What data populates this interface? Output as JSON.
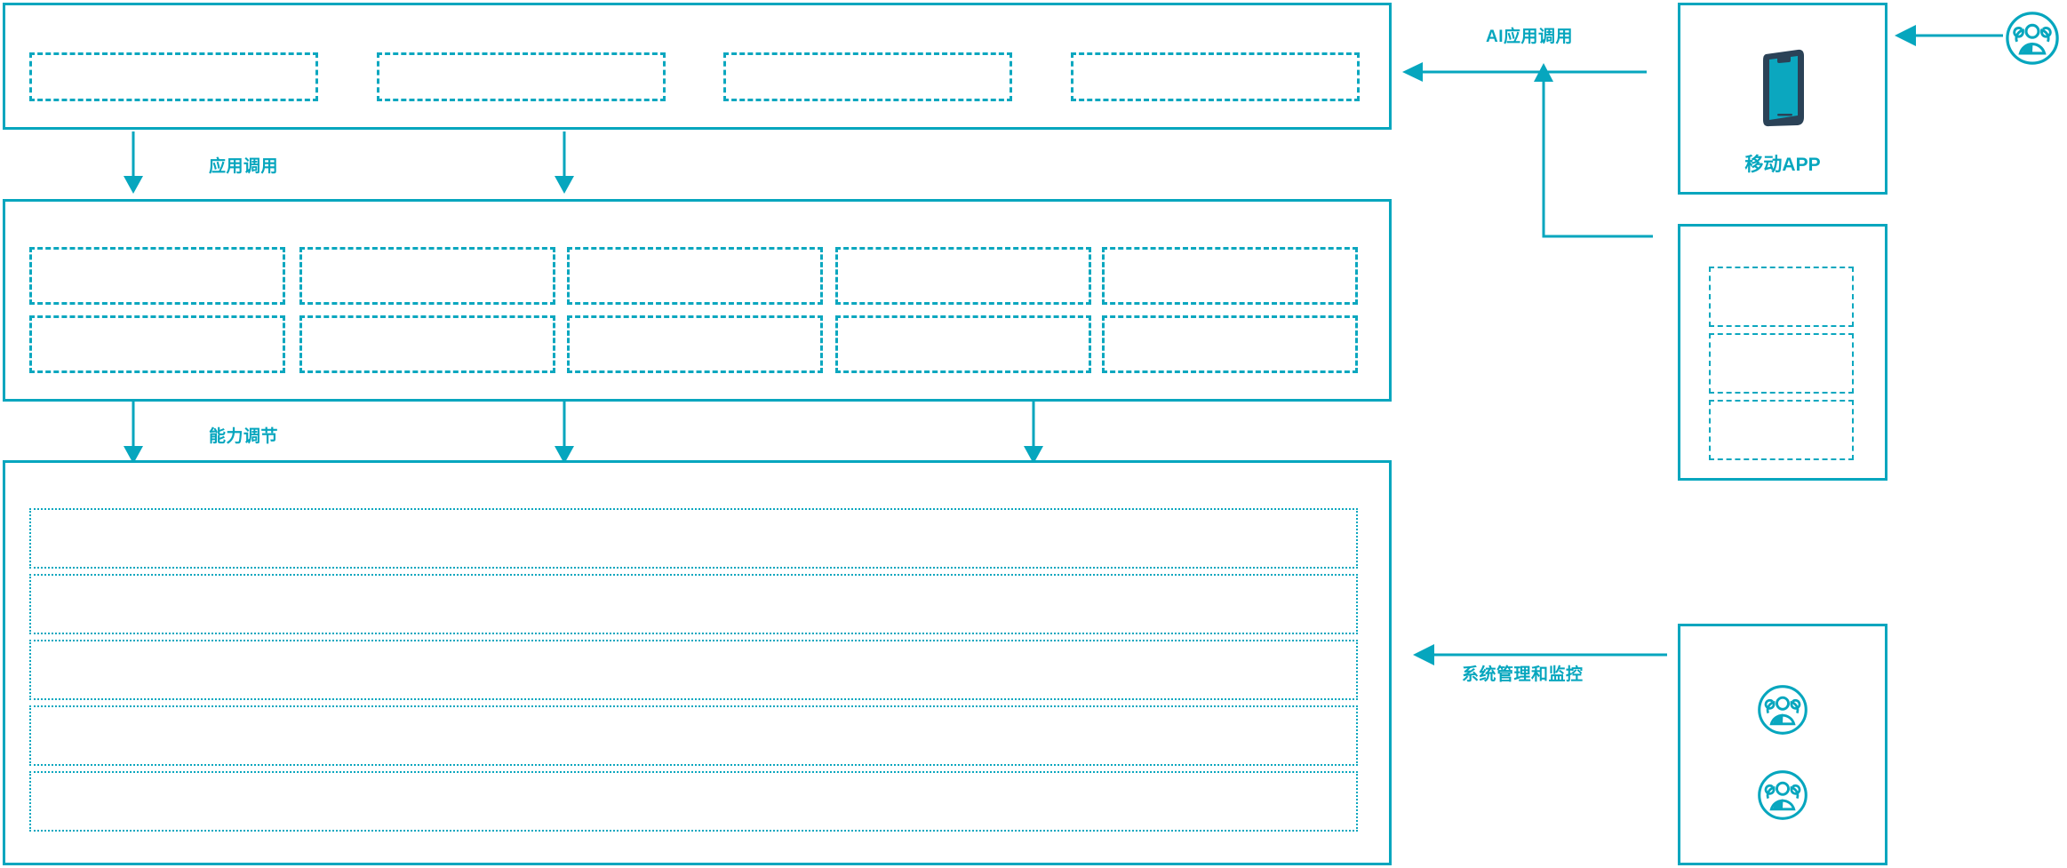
{
  "diagram": {
    "accent_color": "#06a6be",
    "accent_color_dashed": "#0ba7bf",
    "phone_body_color": "#2b4257",
    "phone_screen_color": "#0ba7bf",
    "background": "#ffffff"
  },
  "layers": {
    "application_layer": {
      "name": "application-layer-band",
      "slots": [
        {
          "label": ""
        },
        {
          "label": ""
        },
        {
          "label": ""
        },
        {
          "label": ""
        }
      ]
    },
    "capability_layer": {
      "name": "capability-layer-band",
      "columns": [
        {
          "slots": [
            {
              "label": ""
            },
            {
              "label": ""
            }
          ]
        },
        {
          "slots": [
            {
              "label": ""
            },
            {
              "label": ""
            }
          ]
        },
        {
          "slots": [
            {
              "label": ""
            },
            {
              "label": ""
            }
          ]
        },
        {
          "slots": [
            {
              "label": ""
            },
            {
              "label": ""
            }
          ]
        },
        {
          "slots": [
            {
              "label": ""
            },
            {
              "label": ""
            }
          ]
        }
      ]
    },
    "infrastructure_layer": {
      "name": "infrastructure-layer-band",
      "rows": [
        {
          "label": ""
        },
        {
          "label": ""
        },
        {
          "label": ""
        },
        {
          "label": ""
        },
        {
          "label": ""
        }
      ]
    }
  },
  "connectors": {
    "app_invoke": {
      "label": "应用调用",
      "direction": "down"
    },
    "capability_tune": {
      "label": "能力调节",
      "direction": "down"
    },
    "ai_app_invoke": {
      "label": "AI应用调用",
      "direction": "left"
    },
    "system_admin_monitor": {
      "label": "系统管理和监控",
      "direction": "left"
    }
  },
  "right_panel": {
    "mobile_app_card": {
      "name": "mobile-app-card",
      "caption": "移动APP",
      "icon": "mobile-phone-icon"
    },
    "channel_card": {
      "name": "channel-card",
      "slots": [
        {
          "label": ""
        },
        {
          "label": ""
        },
        {
          "label": ""
        }
      ]
    },
    "admin_card": {
      "name": "admin-users-card",
      "icons": [
        "user-group-icon",
        "user-group-icon"
      ]
    },
    "end_user": {
      "name": "end-user-icon",
      "icon": "user-group-icon"
    }
  }
}
